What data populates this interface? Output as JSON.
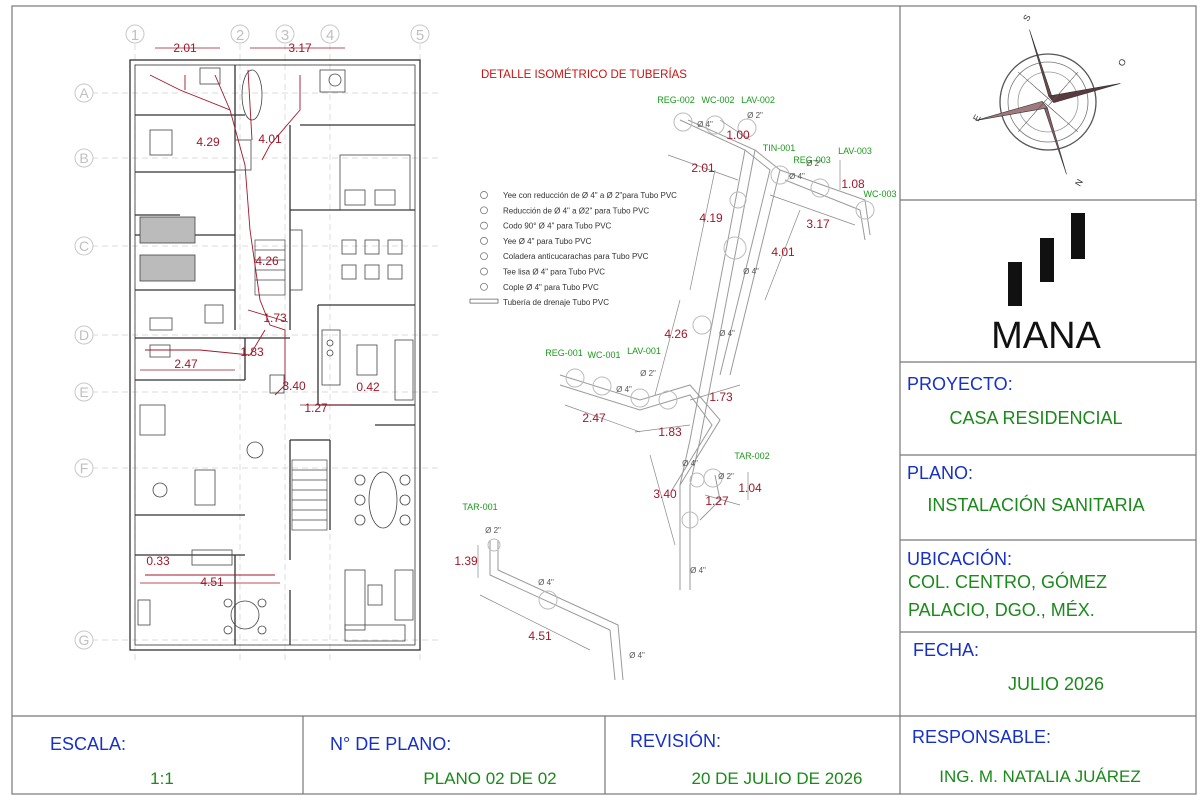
{
  "colors": {
    "dim_red": "#a0182a",
    "title_red": "#cc1111",
    "label_green": "#1a9a1a",
    "info_blue": "#1630c8",
    "info_green": "#1a8a1a",
    "line_gray": "#8a8a8a",
    "line_dark": "#333333"
  },
  "grid": {
    "columns": [
      "1",
      "2",
      "3",
      "4",
      "5"
    ],
    "rows": [
      "A",
      "B",
      "C",
      "D",
      "E",
      "F",
      "G"
    ]
  },
  "plan": {
    "dimensions": [
      "2.01",
      "3.17",
      "4.29",
      "4.01",
      "4.26",
      "1.73",
      "1.83",
      "2.47",
      "3.40",
      "0.42",
      "1.27",
      "0.33",
      "4.51"
    ]
  },
  "detail": {
    "title": "DETALLE ISOMÉTRICO DE TUBERÍAS",
    "tags": [
      "REG-002",
      "WC-002",
      "LAV-002",
      "TIN-001",
      "REG-003",
      "LAV-003",
      "WC-003",
      "REG-001",
      "WC-001",
      "LAV-001",
      "TAR-002",
      "TAR-001"
    ],
    "dimensions": [
      "1.00",
      "2.01",
      "1.08",
      "3.17",
      "4.19",
      "4.01",
      "4.26",
      "1.73",
      "2.47",
      "1.83",
      "3.40",
      "1.04",
      "1.27",
      "1.39",
      "4.51"
    ],
    "pipe_labels": {
      "d4": "Ø 4\"",
      "d2": "Ø 2\""
    }
  },
  "legend": [
    "Yee con reducción de Ø 4\"  a Ø 2\"para Tubo PVC",
    "Reducción de Ø 4\" a Ø2\" para Tubo PVC",
    "Codo 90° Ø 4\" para Tubo PVC",
    "Yee Ø 4\" para Tubo PVC",
    "Coladera anticucarachas para Tubo PVC",
    "Tee lisa Ø 4\" para Tubo PVC",
    "Cople Ø 4\" para Tubo PVC",
    "Tubería de drenaje Tubo PVC"
  ],
  "compass": {
    "s": "S",
    "o": "O",
    "e": "E",
    "n": "N"
  },
  "logo": {
    "text": "MANA"
  },
  "info": {
    "proyecto_label": "PROYECTO:",
    "proyecto_value": "CASA RESIDENCIAL",
    "plano_label": "PLANO:",
    "plano_value": "INSTALACIÓN SANITARIA",
    "ubicacion_label": "UBICACIÓN:",
    "ubicacion_line1": "COL.  CENTRO, GÓMEZ",
    "ubicacion_line2": "PALACIO, DGO., MÉX.",
    "fecha_label": "FECHA:",
    "fecha_value": "JULIO 2026"
  },
  "footer": {
    "escala_label": "ESCALA:",
    "escala_value": "1:1",
    "plano_no_label": "N° DE PLANO:",
    "plano_no_value": "PLANO 02 DE 02",
    "revision_label": "REVISIÓN:",
    "revision_value": "20 DE JULIO DE 2026",
    "responsable_label": "RESPONSABLE:",
    "responsable_value": "ING. M. NATALIA JUÁREZ"
  }
}
